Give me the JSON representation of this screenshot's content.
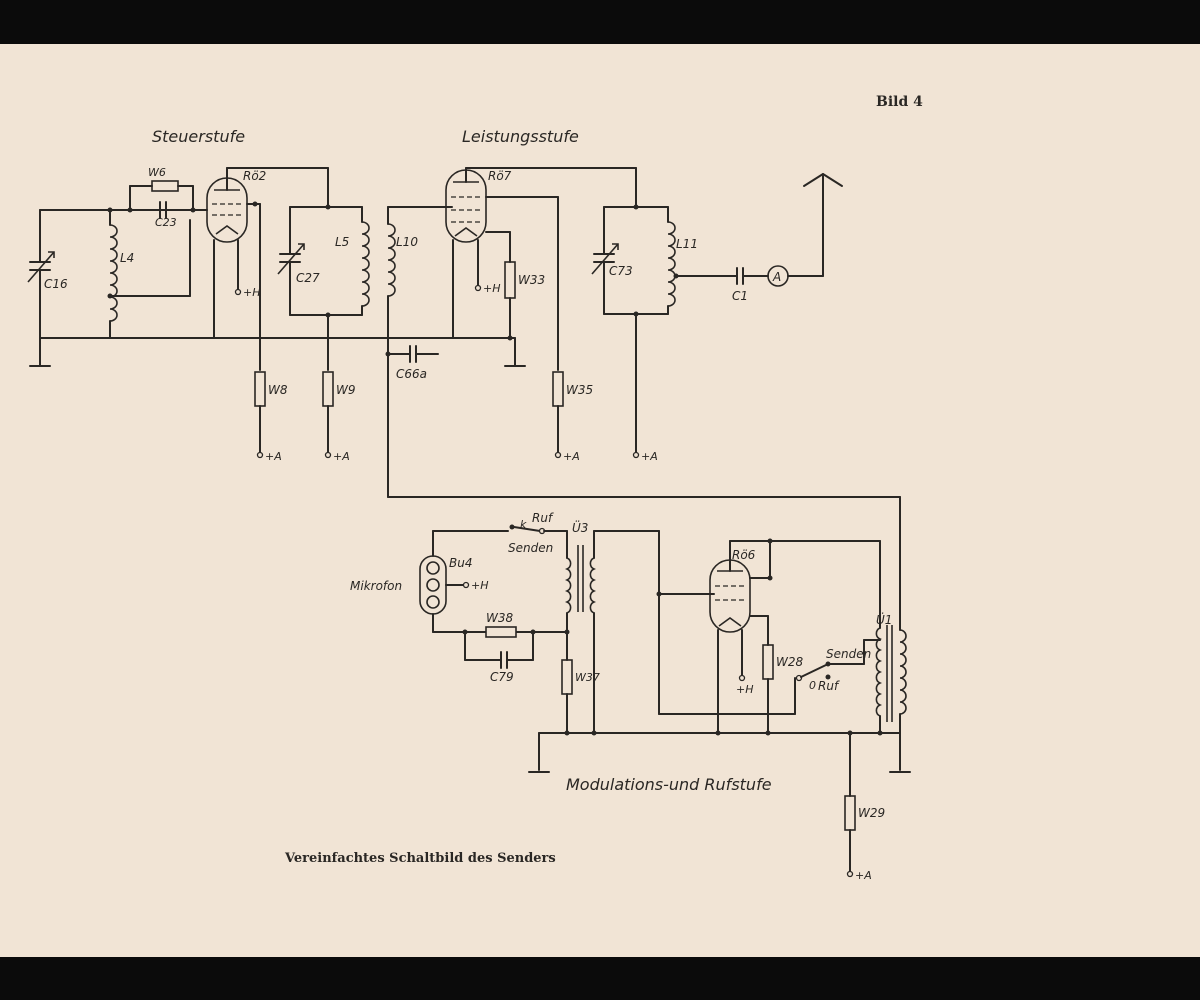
{
  "figure_label": "Bild 4",
  "caption": "Vereinfachtes Schaltbild des Senders",
  "stages": {
    "control": "Steuerstufe",
    "power": "Leistungsstufe",
    "modulation": "Modulations-und Rufstufe"
  },
  "components": {
    "tubes": {
      "ro2": "Rö2",
      "ro7": "Rö7",
      "ro6": "Rö6"
    },
    "coils": {
      "l4": "L4",
      "l5": "L5",
      "l10": "L10",
      "l11": "L11"
    },
    "capacitors": {
      "c16": "C16",
      "c23": "C23",
      "c27": "C27",
      "c66a": "C66a",
      "c73": "C73",
      "c1": "C1",
      "c79": "C79"
    },
    "resistors": {
      "w6": "W6",
      "w8": "W8",
      "w9": "W9",
      "w33": "W33",
      "w35": "W35",
      "w38": "W38",
      "w37": "W37",
      "w28": "W28",
      "w29": "W29"
    },
    "transformers": {
      "u3": "Ü3",
      "u1": "Ü1"
    },
    "socket": "Bu4",
    "microphone": "Mikrofon",
    "ammeter": "A"
  },
  "terminals": {
    "heater": "+H",
    "anode": "+A"
  },
  "switches": {
    "call_top": "Ruf",
    "send_top": "Senden",
    "k_mark": "k",
    "send_right": "Senden",
    "call_right": "Ruf",
    "zero_mark": "0"
  }
}
